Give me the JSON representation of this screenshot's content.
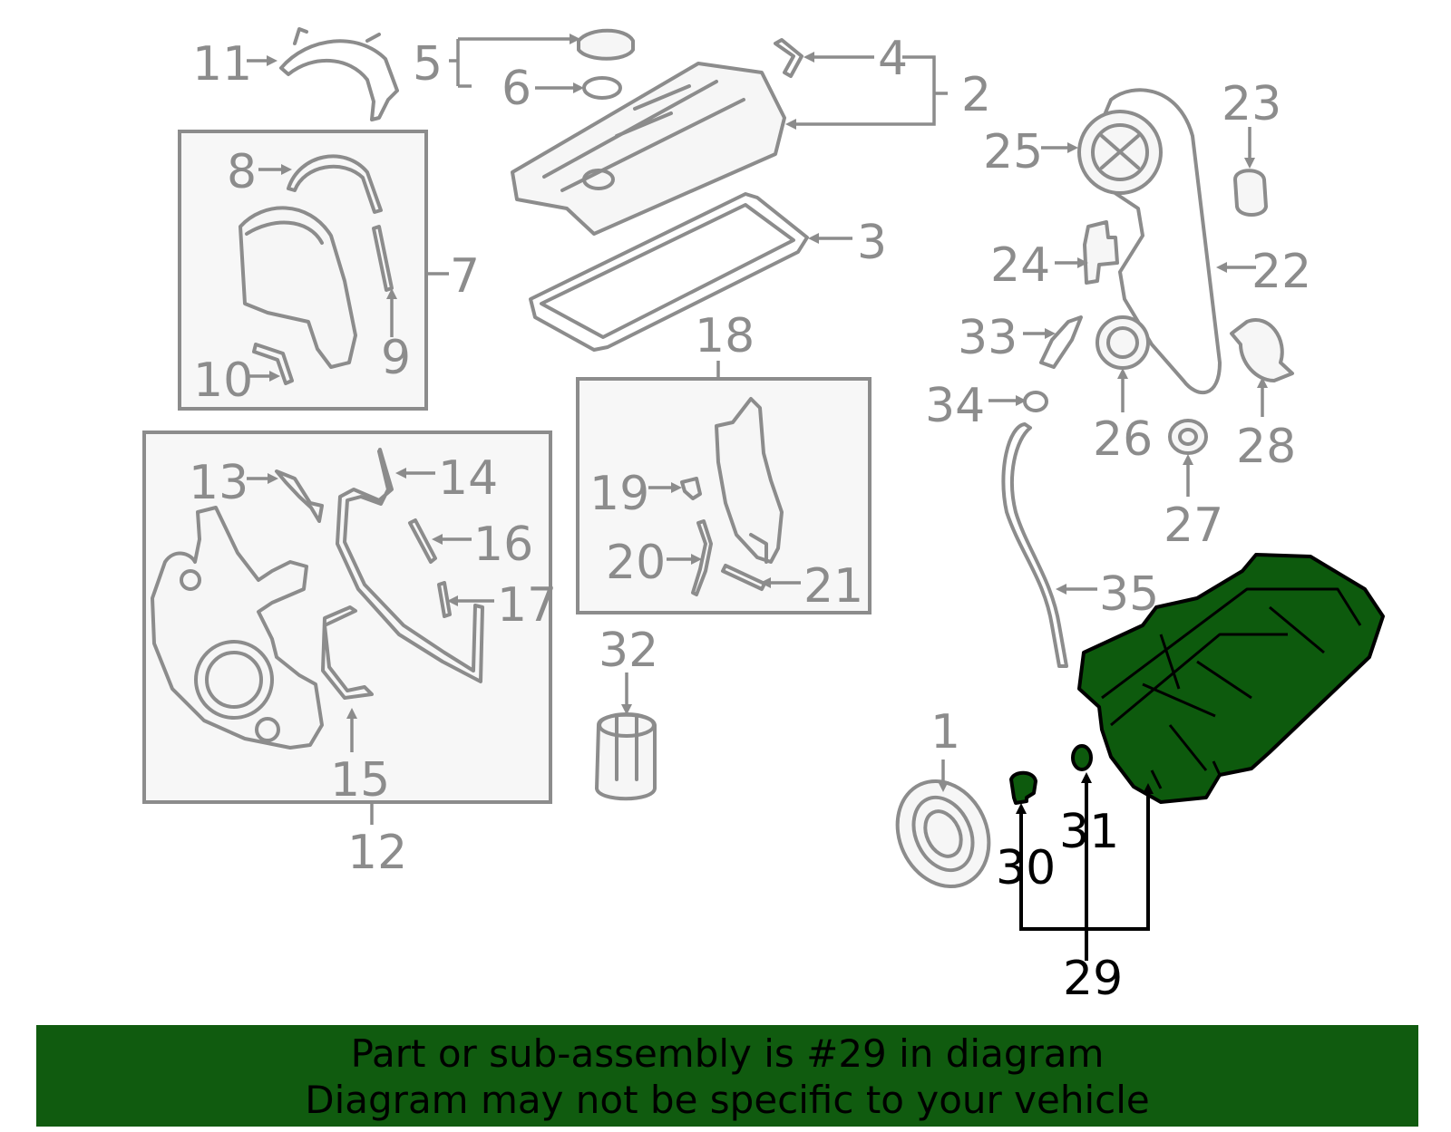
{
  "callouts": {
    "n1": "1",
    "n2": "2",
    "n3": "3",
    "n4": "4",
    "n5": "5",
    "n6": "6",
    "n7": "7",
    "n8": "8",
    "n9": "9",
    "n10": "10",
    "n11": "11",
    "n12": "12",
    "n13": "13",
    "n14": "14",
    "n15": "15",
    "n16": "16",
    "n17": "17",
    "n18": "18",
    "n19": "19",
    "n20": "20",
    "n21": "21",
    "n22": "22",
    "n23": "23",
    "n24": "24",
    "n25": "25",
    "n26": "26",
    "n27": "27",
    "n28": "28",
    "n29": "29",
    "n30": "30",
    "n31": "31",
    "n32": "32",
    "n33": "33",
    "n34": "34",
    "n35": "35"
  },
  "highlight": {
    "part_number": "29",
    "fill_color": "#0d5a0d"
  },
  "banner": {
    "line1": "Part or sub-assembly is #29 in diagram",
    "line2": "Diagram may not be specific to your vehicle",
    "background": "#105b0f"
  }
}
